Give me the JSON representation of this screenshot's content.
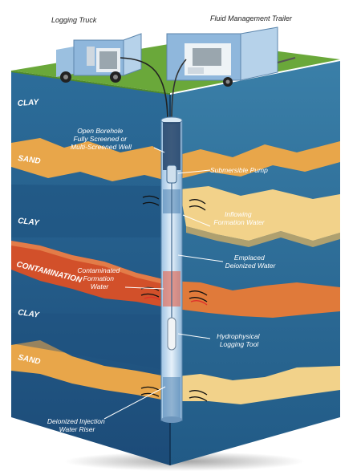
{
  "vehicles": {
    "truck": "Logging Truck",
    "trailer": "Fluid Management Trailer"
  },
  "layers": [
    "CLAY",
    "SAND",
    "CLAY",
    "CONTAMINATION",
    "CLAY",
    "SAND"
  ],
  "callouts": {
    "borehole": [
      "Open Borehole",
      "Fully Screened or",
      "Multi-Screened Well"
    ],
    "pump": "Submersible Pump",
    "inflowing": [
      "Inflowing",
      "Formation Water"
    ],
    "emplaced": [
      "Emplaced",
      "Deionized Water"
    ],
    "contaminated": [
      "Contaminated",
      "Formation",
      "Water"
    ],
    "tool": [
      "Hydrophysical",
      "Logging Tool"
    ],
    "riser": [
      "Deionized Injection",
      "Water Riser"
    ]
  },
  "colors": {
    "ground": "#6aa83a",
    "clay": "#2f6f9c",
    "clay_deep": "#1d4f7c",
    "sand": "#e8a64a",
    "sand_light": "#f2d28a",
    "contamination": "#d2502a",
    "vehicle": "#8fb7dc"
  }
}
